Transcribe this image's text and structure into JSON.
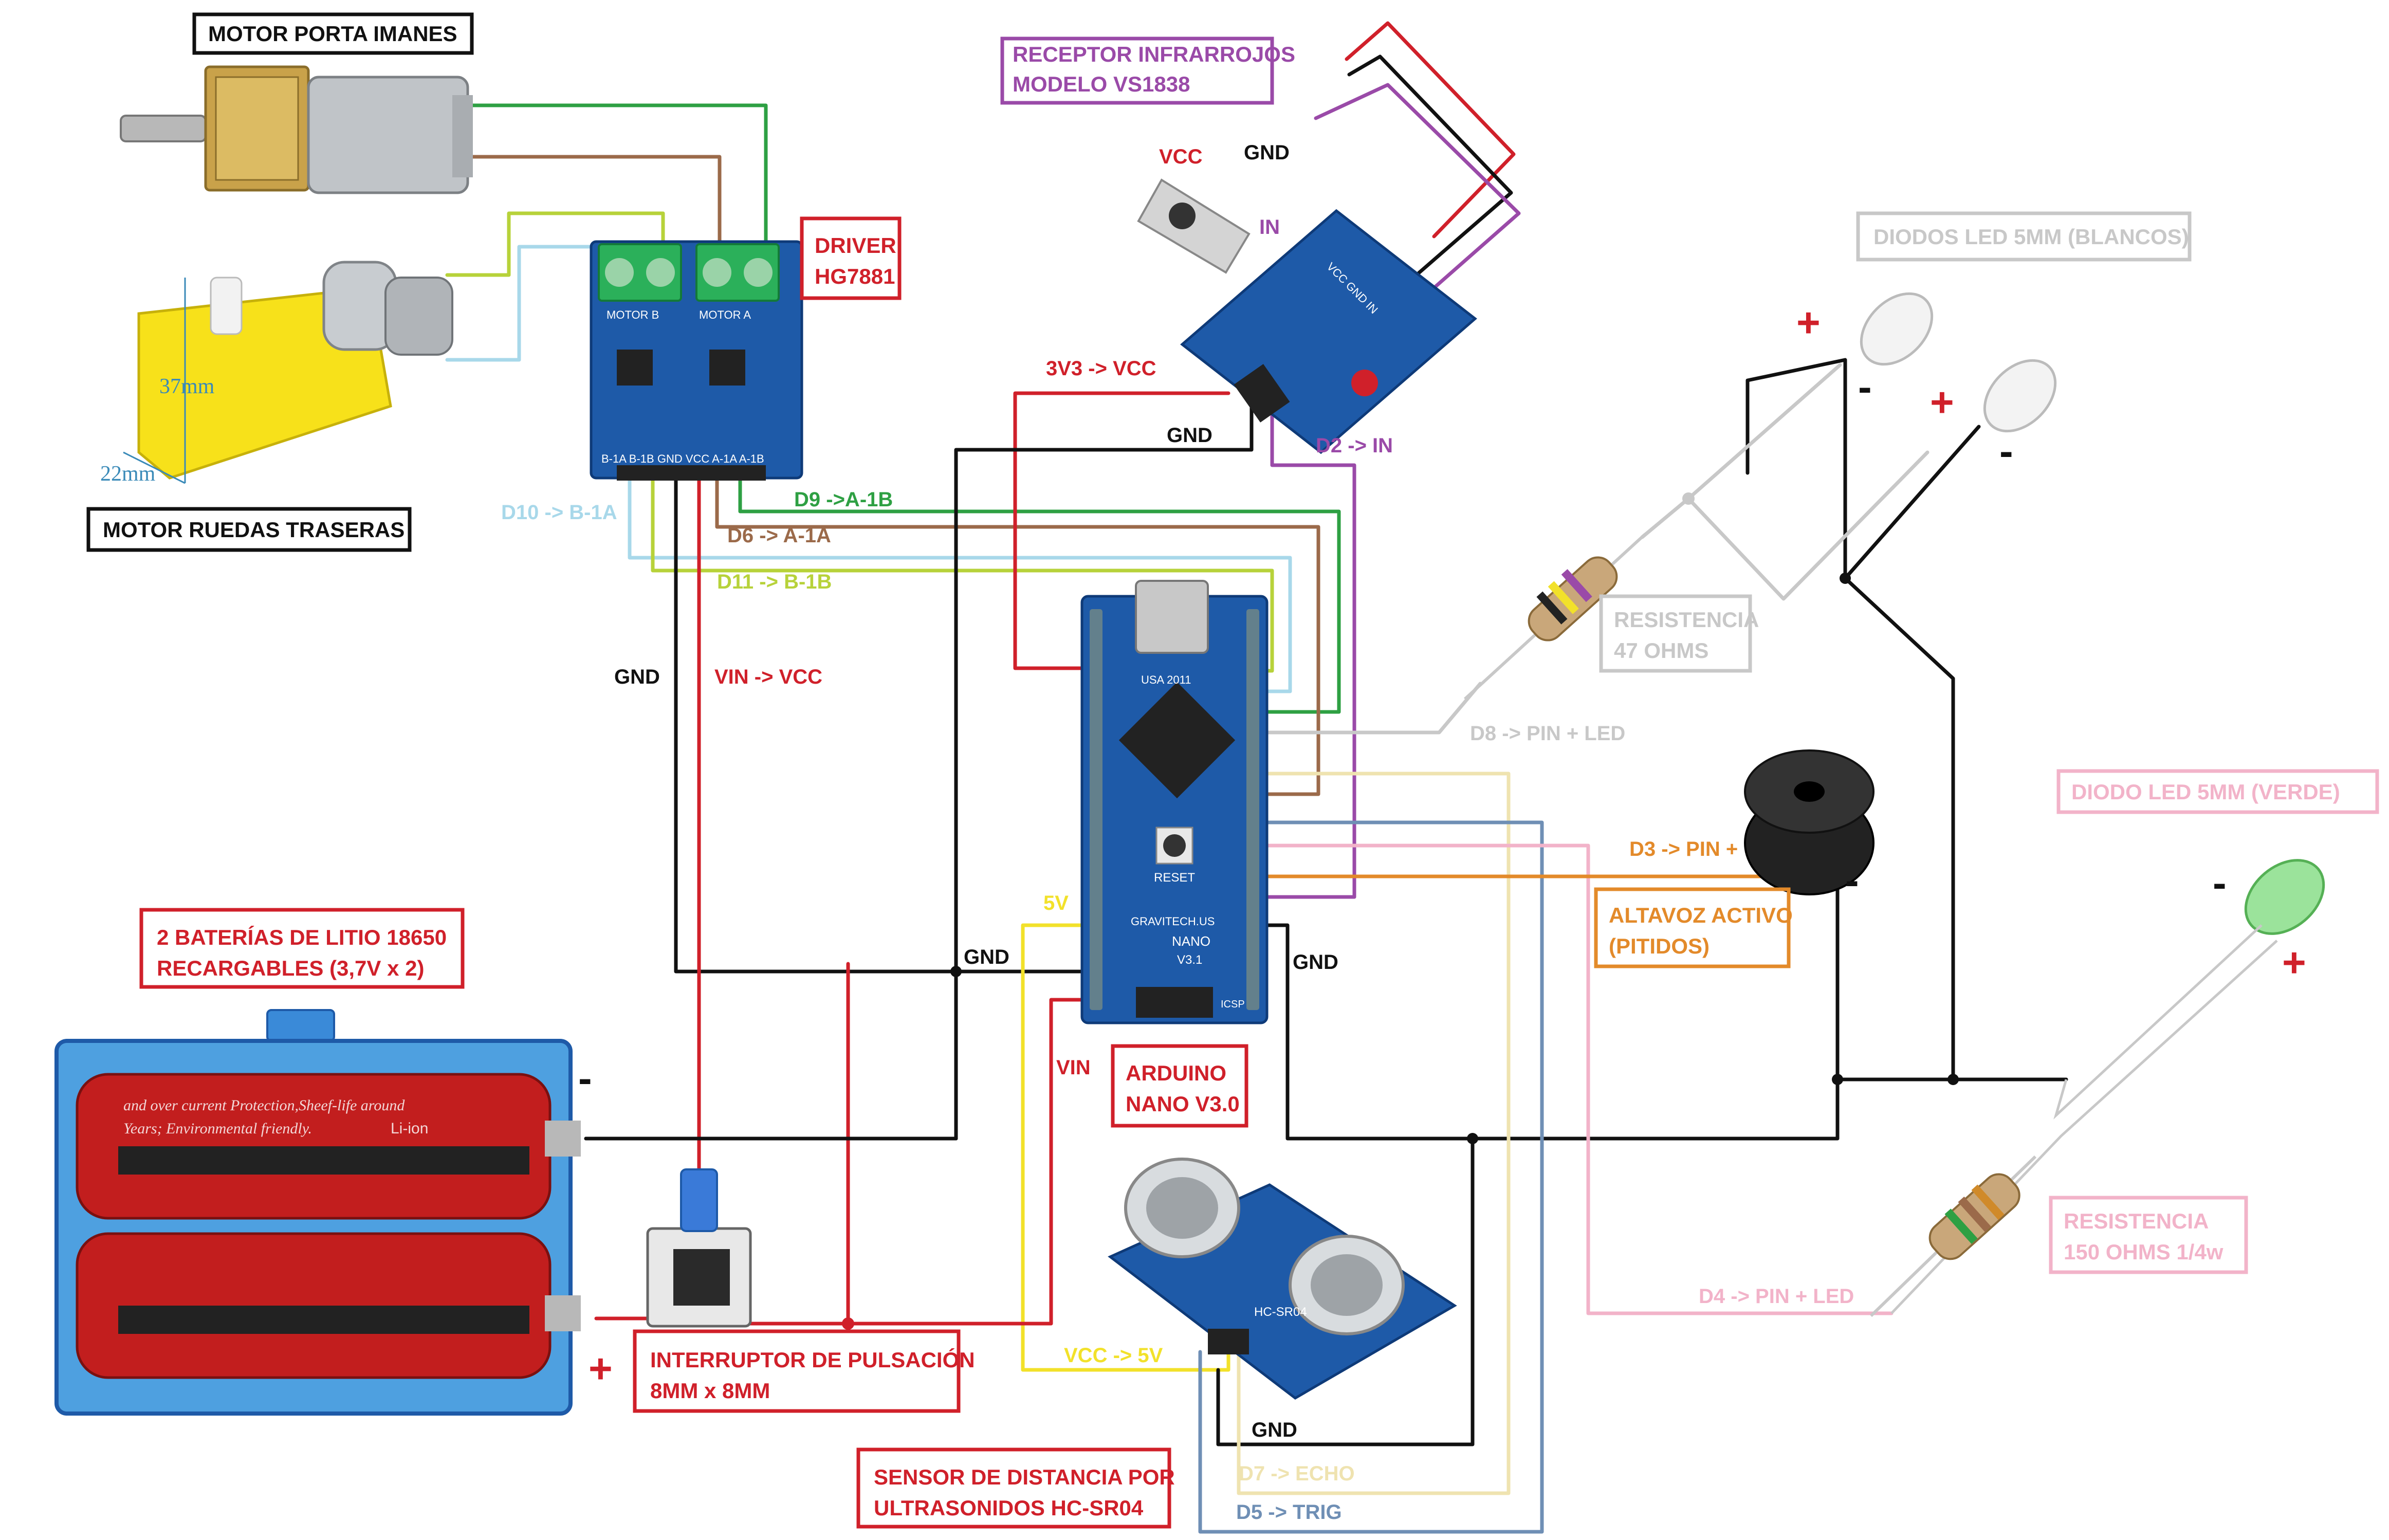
{
  "colors": {
    "red": "#d0202a",
    "black": "#111111",
    "green": "#2ea043",
    "brown": "#9b6a4a",
    "lightblue": "#a8d8ea",
    "lime": "#b7d23a",
    "purple": "#9a4aa8",
    "gray": "#c8c8c8",
    "yellow": "#f2e12a",
    "beige": "#efe3b0",
    "steelblue": "#6f8fb5",
    "pink": "#f2b3c9",
    "orange": "#e38a2a",
    "board_blue": "#1e5aa8"
  },
  "titles": {
    "motor_imanes": "MOTOR PORTA IMANES",
    "motor_ruedas": "MOTOR RUEDAS TRASERAS",
    "receptor_1": "RECEPTOR INFRARROJOS",
    "receptor_2": "MODELO VS1838",
    "driver_1": "DRIVER",
    "driver_2": "HG7881",
    "baterias_1": "2 BATERÍAS DE LITIO 18650",
    "baterias_2": "RECARGABLES (3,7V x 2)",
    "arduino_1": "ARDUINO",
    "arduino_2": "NANO V3.0",
    "interruptor_1": "INTERRUPTOR DE PULSACIÓN",
    "interruptor_2": "8MM x 8MM",
    "sensor_1": "SENSOR DE DISTANCIA POR",
    "sensor_2": "ULTRASONIDOS HC-SR04",
    "altavoz_1": "ALTAVOZ ACTIVO",
    "altavoz_2": "(PITIDOS)",
    "leds_blancos": "DIODOS LED 5MM (BLANCOS)",
    "led_verde": "DIODO LED 5MM (VERDE)",
    "res47_1": "RESISTENCIA",
    "res47_2": "47 OHMS",
    "res150_1": "RESISTENCIA",
    "res150_2": "150 OHMS 1/4w"
  },
  "dimensions": {
    "height": "37mm",
    "depth": "22mm"
  },
  "labels": {
    "ir_vcc": "VCC",
    "ir_gnd": "GND",
    "ir_in": "IN",
    "v33_vcc": "3V3 -> VCC",
    "gnd_ir": "GND",
    "d2_in": "D2 -> IN",
    "d10": "D10 -> B-1A",
    "d9": "D9 ->A-1B",
    "d6": "D6 -> A-1A",
    "d11": "D11 -> B-1B",
    "gnd_left": "GND",
    "vin_vcc": "VIN -> VCC",
    "d8": "D8 -> PIN + LED",
    "d3": "D3 -> PIN +",
    "v5": "5V",
    "gnd_mid": "GND",
    "gnd_right": "GND",
    "vin": "VIN",
    "vcc_5v": "VCC -> 5V",
    "gnd_sensor": "GND",
    "d7": "D7 -> ECHO",
    "d5": "D5 -> TRIG",
    "d4": "D4 -> PIN + LED",
    "bat_minus": "-",
    "bat_plus": "+",
    "led1_plus": "+",
    "led1_minus": "-",
    "led2_plus": "+",
    "led2_minus": "-",
    "buzzer_minus": "-",
    "green_minus": "-",
    "green_plus": "+"
  },
  "board_text": {
    "driver_motor_b": "MOTOR B",
    "driver_motor_a": "MOTOR A",
    "driver_pins": "B-1A B-1B GND VCC A-1A A-1B",
    "arduino_brand": "GRAVITECH.US",
    "arduino_model": "NANO",
    "arduino_version": "V3.1",
    "arduino_usa": "USA 2011",
    "arduino_reset": "RESET",
    "arduino_icsp": "ICSP",
    "battery_text": "and over current Protection,Sheef-life around",
    "battery_text2": "Years; Environmental friendly.",
    "battery_liion": "Li-ion",
    "sensor_model": "HC-SR04",
    "ir_board": "VCC GND IN"
  }
}
